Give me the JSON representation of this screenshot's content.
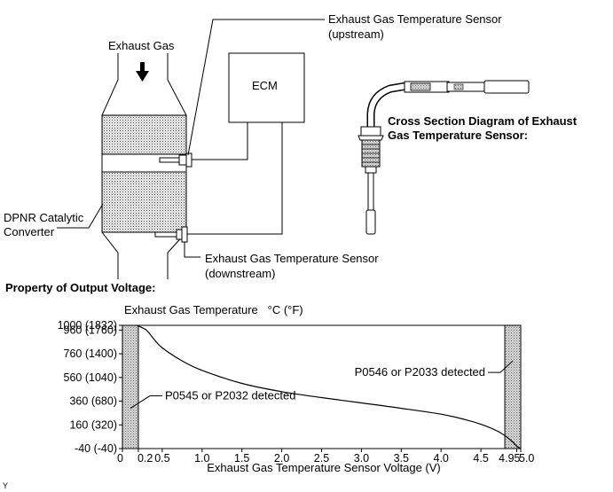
{
  "labels": {
    "exhaust_gas": "Exhaust Gas",
    "sensor_upstream_l1": "Exhaust Gas Temperature Sensor",
    "sensor_upstream_l2": "(upstream)",
    "ecm": "ECM",
    "cross_section_l1": "Cross Section Diagram of Exhaust",
    "cross_section_l2": "Gas Temperature Sensor:",
    "dpnr_l1": "DPNR Catalytic",
    "dpnr_l2": "Converter",
    "sensor_downstream_l1": "Exhaust Gas Temperature Sensor",
    "sensor_downstream_l2": "(downstream)",
    "property_title": "Property of Output Voltage:",
    "corner_mark": "Y"
  },
  "chart_data": {
    "type": "line",
    "ylabel": "Exhaust Gas Temperature   °C (°F)",
    "xlabel": "Exhaust Gas Temperature Sensor Voltage (V)",
    "xlim": [
      0,
      5.0
    ],
    "ylim": [
      -40,
      1000
    ],
    "y_ticks": [
      {
        "value": 1000,
        "label": "1000 (1832)"
      },
      {
        "value": 960,
        "label": "960 (1760)"
      },
      {
        "value": 760,
        "label": "760 (1400)"
      },
      {
        "value": 560,
        "label": "560 (1040)"
      },
      {
        "value": 360,
        "label": "360 (680)"
      },
      {
        "value": 160,
        "label": "160 (320)"
      },
      {
        "value": -40,
        "label": "-40 (-40)"
      }
    ],
    "x_ticks": [
      {
        "value": 0,
        "label": "0"
      },
      {
        "value": 0.2,
        "label": "0.2"
      },
      {
        "value": 0.5,
        "label": "0.5"
      },
      {
        "value": 1.0,
        "label": "1.0"
      },
      {
        "value": 1.5,
        "label": "1.5"
      },
      {
        "value": 2.0,
        "label": "2.0"
      },
      {
        "value": 2.5,
        "label": "2.5"
      },
      {
        "value": 3.0,
        "label": "3.0"
      },
      {
        "value": 3.5,
        "label": "3.5"
      },
      {
        "value": 4.0,
        "label": "4.0"
      },
      {
        "value": 4.5,
        "label": "4.5"
      },
      {
        "value": 4.95,
        "label": "4.95"
      },
      {
        "value": 5.0,
        "label": "5.0"
      }
    ],
    "series": [
      {
        "x": [
          0.18,
          0.3,
          0.4,
          0.5,
          0.75,
          1.0,
          1.5,
          2.0,
          2.5,
          3.0,
          3.5,
          4.0,
          4.3,
          4.5,
          4.7,
          4.82,
          4.9,
          4.95,
          5.0
        ],
        "y": [
          1000,
          960,
          880,
          810,
          700,
          620,
          510,
          440,
          390,
          345,
          300,
          250,
          205,
          165,
          110,
          60,
          15,
          -20,
          -40
        ]
      }
    ],
    "shaded_regions": [
      {
        "x_from": 0.0,
        "x_to": 0.2
      },
      {
        "x_from": 4.8,
        "x_to": 5.0
      }
    ],
    "annotations": [
      {
        "text": "P0545 or P2032 detected",
        "x": 0.1,
        "y": 300
      },
      {
        "text": "P0546 or P2033 detected",
        "x": 4.9,
        "y": 700
      }
    ],
    "grid": false
  }
}
